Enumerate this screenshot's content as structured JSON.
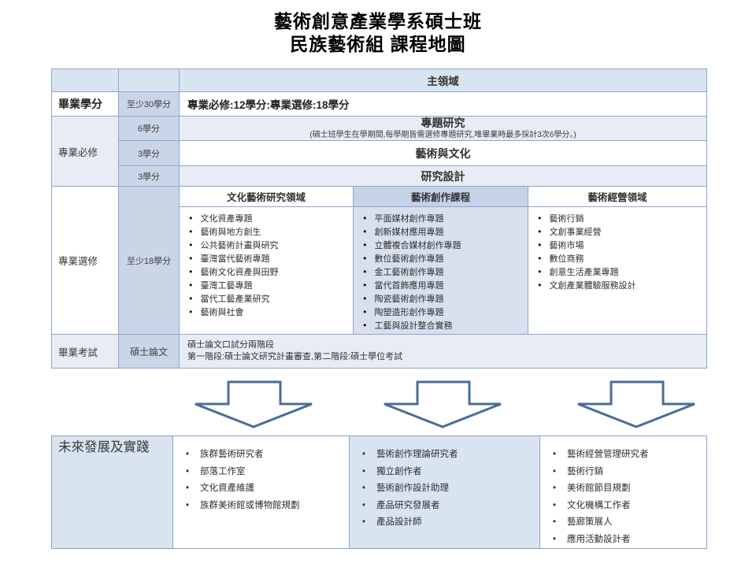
{
  "title": {
    "line1": "藝術創意產業學系碩士班",
    "line2": "民族藝術組 課程地圖"
  },
  "colors": {
    "table_border": "#8ea8ca",
    "header_fill": "#d9e4f1",
    "credits_column_fill": "#cbd5e8",
    "banded_row_fill": "#e7ecf5",
    "middle_column_header_fill": "#c6d2e8",
    "middle_column_body_fill": "#d8e0ee",
    "arrow_outline": "#4a6d99"
  },
  "top_table": {
    "main_domain_header": "主領域",
    "graduation": {
      "label": "畢業學分",
      "credits": "至少30學分",
      "content": "專業必修:12學分:專業選修:18學分"
    },
    "required": {
      "label": "專業必修",
      "items": [
        {
          "credits": "6學分",
          "title": "專題研究",
          "note": "(碩士班學生在學期間,每學期皆需選修專題研究,唯畢業時最多採計3次6學分。)"
        },
        {
          "credits": "3學分",
          "title": "藝術與文化",
          "note": ""
        },
        {
          "credits": "3學分",
          "title": "研究設計",
          "note": ""
        }
      ]
    },
    "electives": {
      "label": "專業選修",
      "credits": "至少18學分",
      "columns": [
        {
          "header": "文化藝術研究領域",
          "items": [
            "文化資產專題",
            "藝術與地方創生",
            "公共藝術計畫與研究",
            "臺灣當代藝術專題",
            "藝術文化資產與田野",
            "臺灣工藝專題",
            "當代工藝產業研究",
            "藝術與社會"
          ]
        },
        {
          "header": "藝術創作課程",
          "items": [
            "平面媒材創作專題",
            "創新媒材應用專題",
            "立體複合媒材創作專題",
            "數位藝術創作專題",
            "金工藝術創作專題",
            "當代首飾應用專題",
            "陶瓷藝術創作專題",
            "陶塑造形創作專題",
            "工藝與設計整合實務"
          ]
        },
        {
          "header": "藝術經營領域",
          "items": [
            "藝術行銷",
            "文創事業經營",
            "藝術市場",
            "數位商務",
            "創意生活產業專題",
            "文創產業體驗服務設計"
          ]
        }
      ]
    },
    "exam": {
      "label": "畢業考試",
      "credits": "碩士論文",
      "line1": "碩士論文口試分兩階段",
      "line2": "第一階段:碩士論文研究計畫審查,第二階段:碩士學位考試"
    }
  },
  "future": {
    "label": "未來發展及實踐",
    "columns": [
      {
        "items": [
          "族群藝術研究者",
          "部落工作室",
          "文化資產維護",
          "族群美術館或博物館規劃"
        ]
      },
      {
        "items": [
          "藝術創作理論研究者",
          "獨立創作者",
          "藝術創作設計助理",
          "產品研究發展者",
          "產品設計師"
        ]
      },
      {
        "items": [
          "藝術經營管理研究者",
          "藝術行銷",
          "美術館節目規劃",
          "文化機構工作者",
          "藝廊策展人",
          "應用活動設計者"
        ]
      }
    ]
  }
}
